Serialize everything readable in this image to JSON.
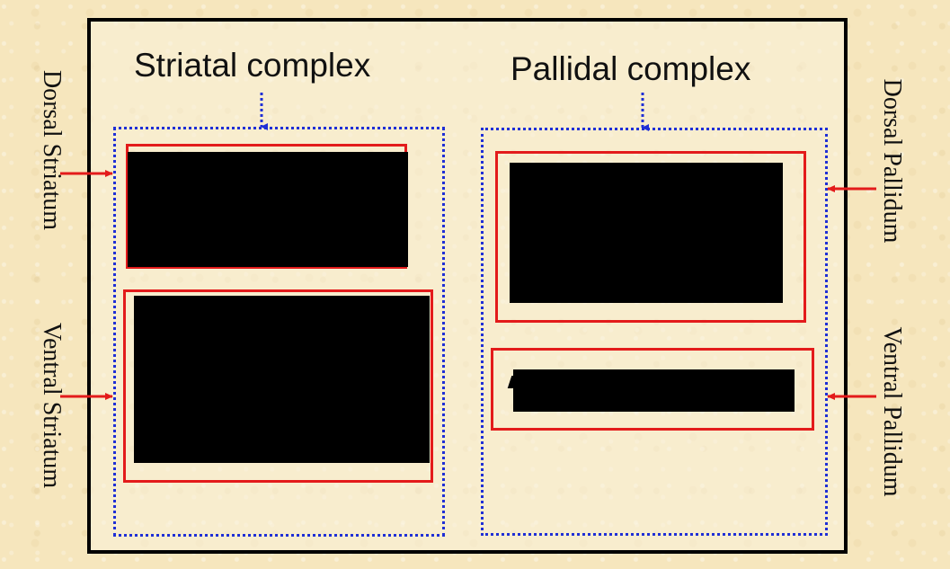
{
  "diagram": {
    "titles": {
      "striatal": "Striatal complex",
      "pallidal": "Pallidal complex"
    },
    "side_labels": {
      "dorsal_striatum": "Dorsal Striatum",
      "ventral_striatum": "Ventral Striatum",
      "dorsal_pallidum": "Dorsal Pallidum",
      "ventral_pallidum": "Ventral Pallidum"
    },
    "colors": {
      "frame": "#000000",
      "complex_border": "#1f2fd6",
      "region_border": "#e31b1b",
      "redaction": "#000000",
      "background": "#f6e6bd"
    }
  }
}
